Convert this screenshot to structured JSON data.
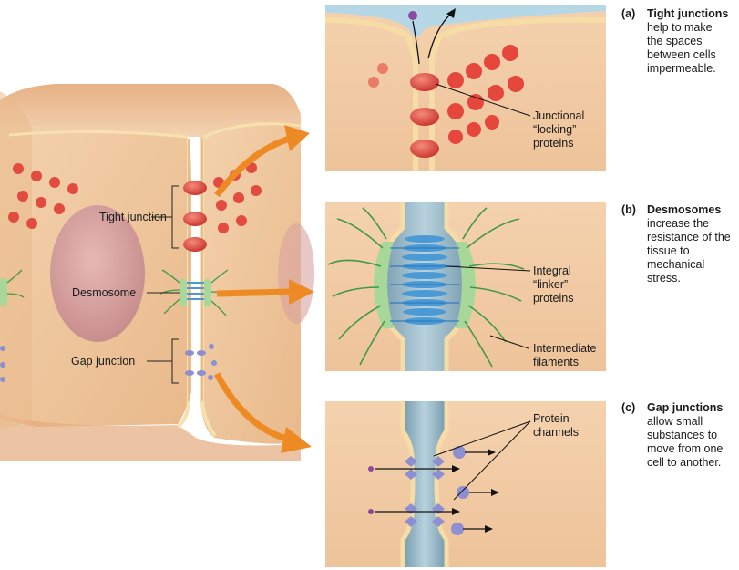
{
  "labels": {
    "tight_junction": "Tight junction",
    "desmosome": "Desmosome",
    "gap_junction": "Gap junction",
    "junctional_locking_proteins": [
      "Junctional",
      "“locking”",
      "proteins"
    ],
    "integral_linker_proteins": [
      "Integral",
      "“linker”",
      "proteins"
    ],
    "intermediate_filaments": [
      "Intermediate",
      "filaments"
    ],
    "protein_channels": [
      "Protein",
      "channels"
    ]
  },
  "descriptions": [
    {
      "tag": "(a)",
      "title": "Tight junctions",
      "text_lines": [
        "help to make",
        "the spaces",
        "between cells",
        "impermeable."
      ]
    },
    {
      "tag": "(b)",
      "title": "Desmosomes",
      "text_lines": [
        "increase the",
        "resistance of the",
        "tissue to",
        "mechanical",
        "stress."
      ]
    },
    {
      "tag": "(c)",
      "title": "Gap junctions",
      "text_lines": [
        "allow small",
        "substances to",
        "move from one",
        "cell to another."
      ]
    }
  ],
  "colors": {
    "cell_fill": "#f0c9a0",
    "cell_top": "#eab889",
    "membrane": "#f6dda6",
    "tight_protein": "#e1473d",
    "desmosome_plaque": "#a8d79a",
    "linker_protein": "#4b9ad6",
    "filament": "#3f9a48",
    "gap_channel": "#8e8fd0",
    "arrow": "#ee8a24",
    "nucleus": "#c98f8f"
  }
}
